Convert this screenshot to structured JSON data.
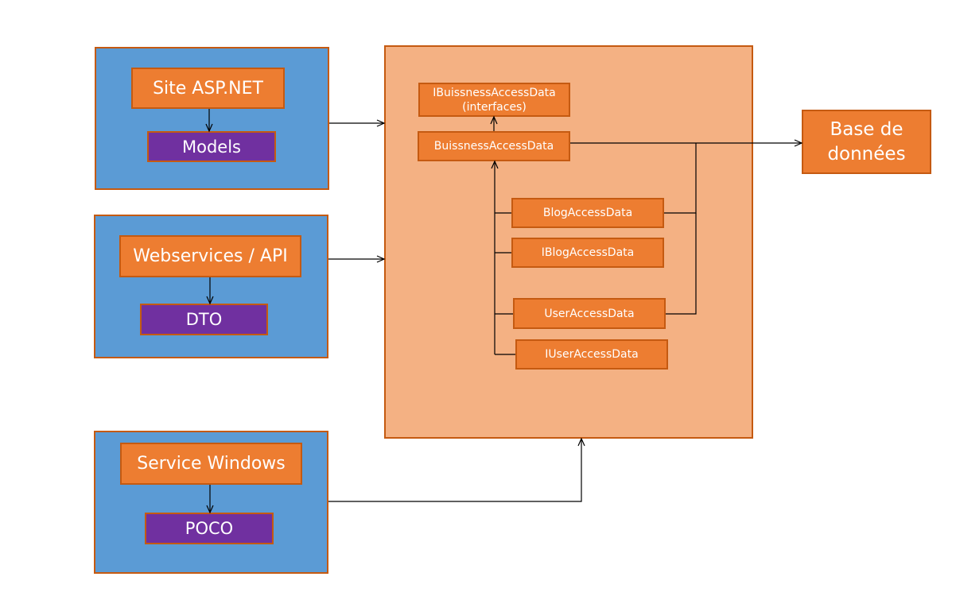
{
  "clients": {
    "site": {
      "title": "Site ASP.NET",
      "model": "Models"
    },
    "webservices": {
      "title": "Webservices / API",
      "model": "DTO"
    },
    "service": {
      "title": "Service Windows",
      "model": "POCO"
    }
  },
  "business": {
    "interfaces_line1": "IBuissnessAccessData",
    "interfaces_line2": "(interfaces)",
    "business_access": "BuissnessAccessData",
    "blog_access": "BlogAccessData",
    "iblog_access": "IBlogAccessData",
    "user_access": "UserAccessData",
    "iuser_access": "IUserAccessData"
  },
  "database": {
    "line1": "Base de",
    "line2": "données"
  },
  "colors": {
    "client_bg": "#5b9bd5",
    "layer_bg": "#f4b183",
    "component_bg": "#ed7d31",
    "model_bg": "#7030a0",
    "border": "#c55a11"
  }
}
